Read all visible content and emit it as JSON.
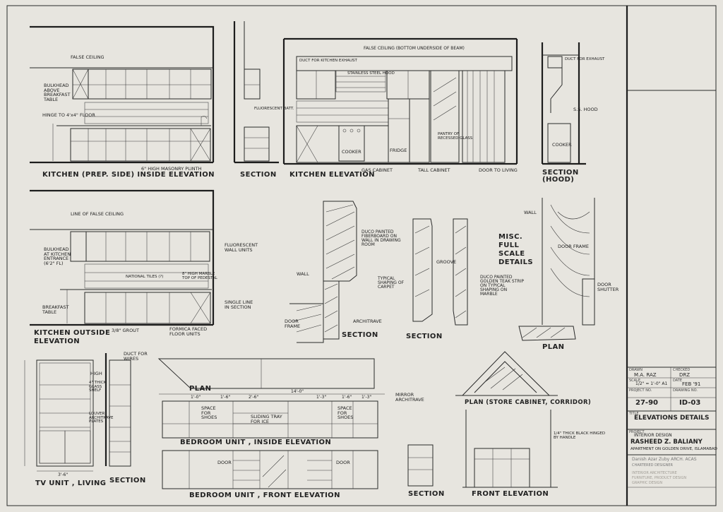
{
  "drawings": {
    "kitchen_prep_side": {
      "title": "KITCHEN (PREP. SIDE) INSIDE ELEVATION",
      "notes": [
        "FALSE CEILING",
        "BULKHEAD ABOVE BREAKFAST TABLE",
        "HINGE TO 4'x4\" FLOOR",
        "6\" HIGH MASONRY PLINTH"
      ]
    },
    "section_1": {
      "title": "SECTION"
    },
    "kitchen_elevation": {
      "title": "KITCHEN ELEVATION",
      "notes": [
        "DUCT FOR KITCHEN EXHAUST",
        "FALSE CEILING (BOTTOM UNDERSIDE OF BEAM)",
        "STAINLESS STEEL HOOD",
        "FLUORESCENT BATT.",
        "COOKER",
        "FRIDGE",
        "PANTRY OF RECESSED GLASS",
        "GAS CABINET",
        "TALL CABINET",
        "DOOR TO LIVING"
      ]
    },
    "section_hood": {
      "title": "SECTION (HOOD)",
      "notes": [
        "DUCT FOR EXHAUST",
        "S.S. HOOD",
        "COOKER"
      ]
    },
    "kitchen_outside": {
      "title": "KITCHEN OUTSIDE ELEVATION",
      "notes": [
        "LINE OF FALSE CEILING",
        "BULKHEAD AT KITCHEN ENTRANCE (6'2\" FL)",
        "NATIONAL TILES (?)",
        "FLUORESCENT WALL UNITS",
        "8\" HIGH MARBLE TOP OF PEDESTAL",
        "BREAKFAST TABLE",
        "SINGLE LINE IN SECTION",
        "3/8\" GROUT",
        "FORMICA FACED FLOOR UNITS"
      ]
    },
    "misc": {
      "title": "MISC. FULL SCALE DETAILS",
      "notes": [
        "DUCO PAINTED FIBERBOARD ON WALL IN DRAWING ROOM",
        "WALL",
        "TYPICAL SHAPING OF CARPET",
        "DUCO PAINTED GOLDEN TEAK STRIP ON TYPICAL SHAPING ON MARBLE",
        "ARCHITRAVE",
        "DOOR FRAME",
        "DOOR SHUTTER",
        "GROOVE",
        "WALL",
        "DOOR FRAME"
      ],
      "section_a": "SECTION",
      "section_b": "SECTION",
      "plan": "PLAN"
    },
    "tv_unit": {
      "title": "TV UNIT , LIVING",
      "notes": [
        "HIGH",
        "4\" THICK GLASS SHELF",
        "LOUVER ARCHITRAVE PLATES"
      ],
      "width": "3'-6\""
    },
    "section_tv": {
      "title": "SECTION",
      "notes": [
        "DUCT FOR WIRES"
      ]
    },
    "bedroom_inside": {
      "title": "BEDROOM UNIT , INSIDE ELEVATION",
      "plan_label": "PLAN",
      "notes": [
        "SPACE FOR SHOES",
        "SLIDING TRAY FOR ICE",
        "SPACE FOR SHOES",
        "MIRROR ARCHITRAVE"
      ],
      "dims": [
        "1'-0\"",
        "1'-6\"",
        "2'-6\"",
        "14'-0\"",
        "1'-3\"",
        "1'-6\"",
        "1'-3\""
      ]
    },
    "bedroom_front": {
      "title": "BEDROOM UNIT , FRONT ELEVATION",
      "notes": [
        "DOOR",
        "DOOR"
      ]
    },
    "plan_store": {
      "title": "PLAN (STORE CABINET, CORRIDOR)"
    },
    "section_store": {
      "title": "SECTION"
    },
    "front_elev": {
      "title": "FRONT ELEVATION",
      "notes": [
        "1/4\" THICK BLACK HINGED BY HANDLE"
      ]
    }
  },
  "title_block": {
    "drawn_label": "DRAWN",
    "drawn": "M.A. RAZ",
    "checked_label": "CHECKED",
    "checked": "DRZ",
    "scale_label": "SCALE",
    "scale": "1/2\" = 1'-0\" A1",
    "date_label": "DATE",
    "date": "FEB '91",
    "project_label": "PROJECT NO.",
    "project_no": "27-90",
    "drawing_label": "DRAWING NO.",
    "drawing_no": "ID-03",
    "title_label": "TITLE",
    "title": "ELEVATIONS DETAILS",
    "proj_label": "PROJECT",
    "project_line1": "INTERIOR DESIGN",
    "client": "RASHEED Z. BALIANY",
    "location": "APARTMENT ON GOLDEN DRIVE, ISLAMABAD",
    "firm_name": "Danish Azar Zuby ARCH. ACAS",
    "firm_role": "CHARTERED DESIGNER",
    "firm_services": [
      "INTERIOR ARCHITECTURE",
      "FURNITURE, PRODUCT DESIGN",
      "GRAPHIC DESIGN"
    ]
  }
}
